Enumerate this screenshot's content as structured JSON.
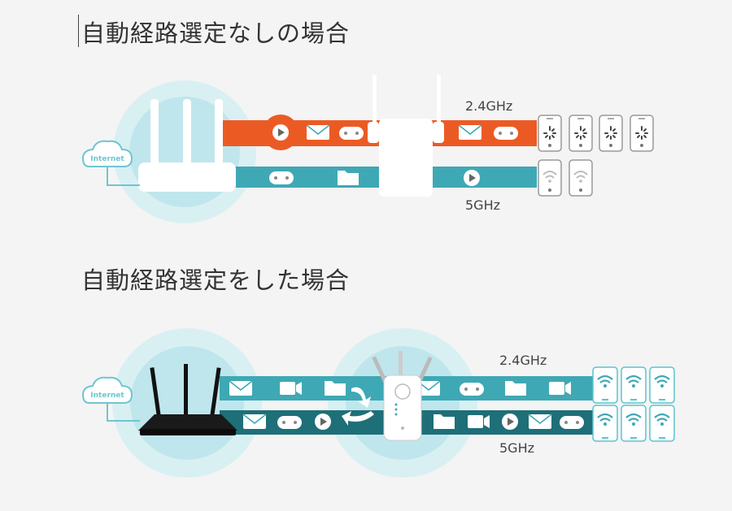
{
  "section1": {
    "title": "自動経路選定なしの場合",
    "internet": "Internet",
    "band_24": "2.4GHz",
    "band_5": "5GHz"
  },
  "section2": {
    "title": "自動経路選定をした場合",
    "internet": "Internet",
    "band_24": "2.4GHz",
    "band_5": "5GHz"
  },
  "colors": {
    "orange": "#ec5a24",
    "teal": "#3fa8b5",
    "dark_teal": "#1e6f78",
    "glow": "#bfe6ec",
    "device_ok": "#5cc4cf"
  }
}
